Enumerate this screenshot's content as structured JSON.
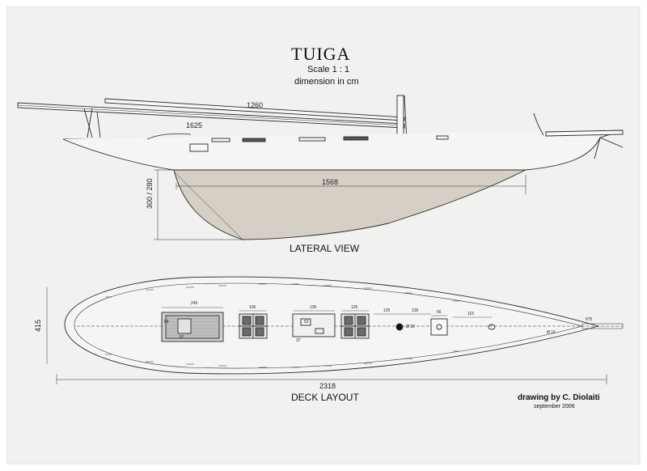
{
  "header": {
    "title": "TUIGA",
    "scale": "Scale 1 : 1",
    "dimension_note": "dimension in cm"
  },
  "lateral_view": {
    "label": "LATERAL VIEW",
    "dims": {
      "boom": "1260",
      "spinnaker_pole": "1625",
      "waterline": "1568",
      "draft": "300 / 280"
    }
  },
  "deck_layout": {
    "label": "DECK LAYOUT",
    "dims": {
      "beam": "415",
      "length": "2318",
      "cockpit": "245",
      "hatch_1": "106",
      "hatch_2": "135",
      "hatch_3": "125",
      "span_a": "125",
      "span_b": "135",
      "span_c": "66",
      "span_d": "115",
      "bowsprit": "675",
      "mast_dia": "Ø 30",
      "bow_dia": "Ø 16",
      "small_1": "68",
      "small_2": "87",
      "small_3": "62",
      "small_4": "37"
    }
  },
  "credits": {
    "author": "drawing by C. Diolaiti",
    "date": "september 2006"
  },
  "colors": {
    "paper": "#f1f1ef",
    "ink": "#2a2a2a",
    "keel": "#d6cfc6",
    "deck_wood": "#bfbfbf"
  }
}
